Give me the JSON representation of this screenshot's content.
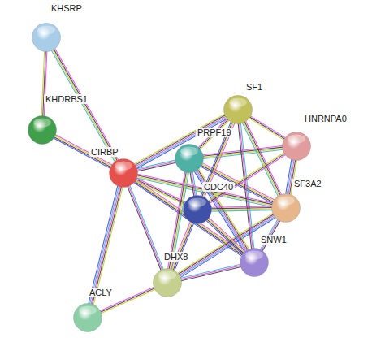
{
  "diagram": {
    "nodes": [
      {
        "text": [
          "KHSRP"
        ]
      },
      {
        "text": [
          "KHDRBS1"
        ]
      },
      {
        "text": [
          "CIRBP"
        ]
      },
      {
        "text": [
          "PRPF19"
        ]
      },
      {
        "text": [
          "SF1"
        ]
      },
      {
        "text": [
          "HNRNPA0"
        ]
      },
      {
        "text": [
          "CDC40"
        ]
      },
      {
        "text": [
          "SF3A2"
        ]
      },
      {
        "text": [
          "SNW1"
        ]
      },
      {
        "text": [
          "DHX8"
        ]
      },
      {
        "text": [
          "ACLY"
        ]
      }
    ],
    "edges": [
      {
        "from": 0,
        "to": 1,
        "arrow": "none"
      },
      {
        "from": 0,
        "to": 2,
        "arrow": "none"
      },
      {
        "from": 1,
        "to": 2,
        "arrow": "none"
      },
      {
        "from": 2,
        "to": 3,
        "arrow": "none"
      },
      {
        "from": 2,
        "to": 4,
        "arrow": "none"
      },
      {
        "from": 2,
        "to": 6,
        "arrow": "none"
      },
      {
        "from": 2,
        "to": 7,
        "arrow": "none"
      },
      {
        "from": 2,
        "to": 8,
        "arrow": "none"
      },
      {
        "from": 2,
        "to": 9,
        "arrow": "none"
      },
      {
        "from": 2,
        "to": 10,
        "arrow": "none"
      },
      {
        "from": 10,
        "to": 9,
        "arrow": "none"
      },
      {
        "from": 9,
        "to": 3,
        "arrow": "none"
      },
      {
        "from": 9,
        "to": 6,
        "arrow": "none"
      },
      {
        "from": 9,
        "to": 8,
        "arrow": "none"
      },
      {
        "from": 9,
        "to": 7,
        "arrow": "none"
      },
      {
        "from": 3,
        "to": 4,
        "arrow": "none"
      },
      {
        "from": 3,
        "to": 5,
        "arrow": "none"
      },
      {
        "from": 3,
        "to": 7,
        "arrow": "none"
      },
      {
        "from": 3,
        "to": 6,
        "arrow": "none"
      },
      {
        "from": 3,
        "to": 8,
        "arrow": "none"
      },
      {
        "from": 4,
        "to": 5,
        "arrow": "none"
      },
      {
        "from": 4,
        "to": 7,
        "arrow": "none"
      },
      {
        "from": 4,
        "to": 6,
        "arrow": "none"
      },
      {
        "from": 4,
        "to": 8,
        "arrow": "none"
      },
      {
        "from": 5,
        "to": 7,
        "arrow": "none"
      },
      {
        "from": 5,
        "to": 6,
        "arrow": "none"
      },
      {
        "from": 6,
        "to": 7,
        "arrow": "none"
      },
      {
        "from": 6,
        "to": 8,
        "arrow": "none"
      },
      {
        "from": 8,
        "to": 7,
        "arrow": "none"
      }
    ]
  }
}
